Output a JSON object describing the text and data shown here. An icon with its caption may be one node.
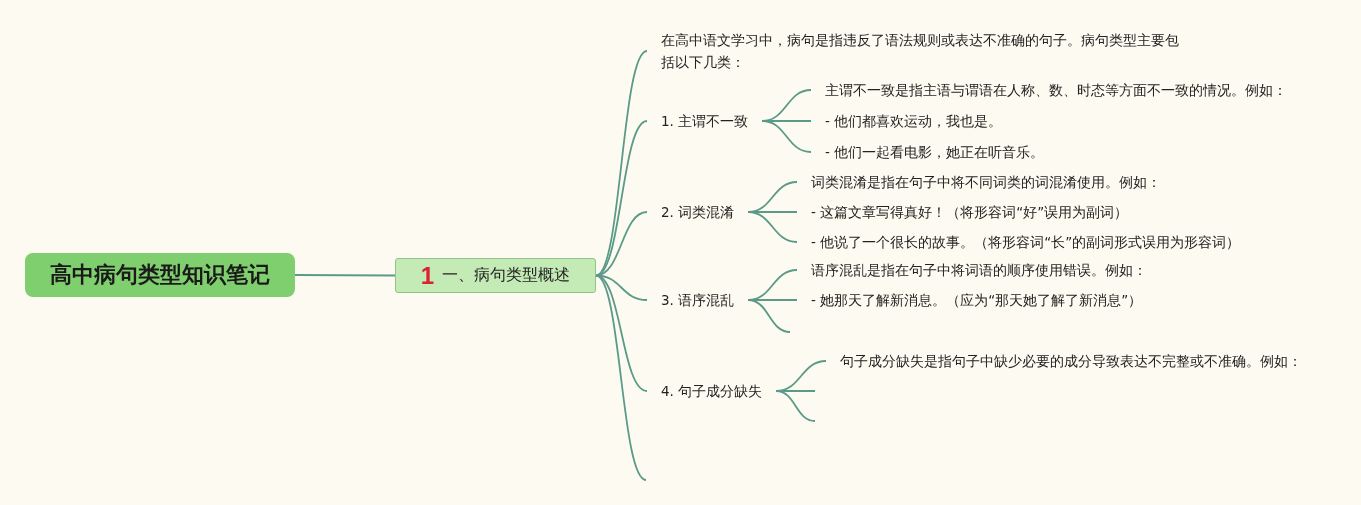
{
  "diagram": {
    "nodes": [
      {
        "text": [
          "高中病句类型知识笔记"
        ]
      },
      {
        "text": [
          "1",
          "一、病句类型概述"
        ]
      },
      {
        "text": [
          "在高中语文学习中，病句是指违反了语法规则或表达不准确的句子。病句类型主要包括以下几类："
        ]
      },
      {
        "text": [
          "1. 主谓不一致"
        ]
      },
      {
        "text": [
          "主谓不一致是指主语与谓语在人称、数、时态等方面不一致的情况。例如："
        ]
      },
      {
        "text": [
          "- 他们都喜欢运动，我也是。"
        ]
      },
      {
        "text": [
          "- 他们一起看电影，她正在听音乐。"
        ]
      },
      {
        "text": [
          "2. 词类混淆"
        ]
      },
      {
        "text": [
          "词类混淆是指在句子中将不同词类的词混淆使用。例如："
        ]
      },
      {
        "text": [
          "- 这篇文章写得真好！（将形容词“好”误用为副词）"
        ]
      },
      {
        "text": [
          "- 他说了一个很长的故事。（将形容词“长”的副词形式误用为形容词）"
        ]
      },
      {
        "text": [
          "3. 语序混乱"
        ]
      },
      {
        "text": [
          "语序混乱是指在句子中将词语的顺序使用错误。例如："
        ]
      },
      {
        "text": [
          "- 她那天了解新消息。（应为“那天她了解了新消息”）"
        ]
      },
      {
        "text": [
          "4. 句子成分缺失"
        ]
      },
      {
        "text": [
          "句子成分缺失是指句子中缺少必要的成分导致表达不完整或不准确。例如："
        ]
      }
    ],
    "edges": [
      {
        "from": 0,
        "to": 1,
        "arrow": "none"
      },
      {
        "from": 1,
        "to": 2,
        "arrow": "none"
      },
      {
        "from": 1,
        "to": 3,
        "arrow": "none"
      },
      {
        "from": 1,
        "to": 7,
        "arrow": "none"
      },
      {
        "from": 1,
        "to": 11,
        "arrow": "none"
      },
      {
        "from": 1,
        "to": 14,
        "arrow": "none"
      },
      {
        "from": 1,
        "to": null,
        "arrow": "none"
      },
      {
        "from": 3,
        "to": 4,
        "arrow": "none"
      },
      {
        "from": 3,
        "to": 5,
        "arrow": "none"
      },
      {
        "from": 3,
        "to": 6,
        "arrow": "none"
      },
      {
        "from": 7,
        "to": 8,
        "arrow": "none"
      },
      {
        "from": 7,
        "to": 9,
        "arrow": "none"
      },
      {
        "from": 7,
        "to": 10,
        "arrow": "none"
      },
      {
        "from": 11,
        "to": 12,
        "arrow": "none"
      },
      {
        "from": 11,
        "to": 13,
        "arrow": "none"
      },
      {
        "from": 11,
        "to": null,
        "arrow": "none"
      },
      {
        "from": 14,
        "to": 15,
        "arrow": "none"
      },
      {
        "from": 14,
        "to": null,
        "arrow": "none"
      },
      {
        "from": 14,
        "to": null,
        "arrow": "none"
      }
    ]
  }
}
